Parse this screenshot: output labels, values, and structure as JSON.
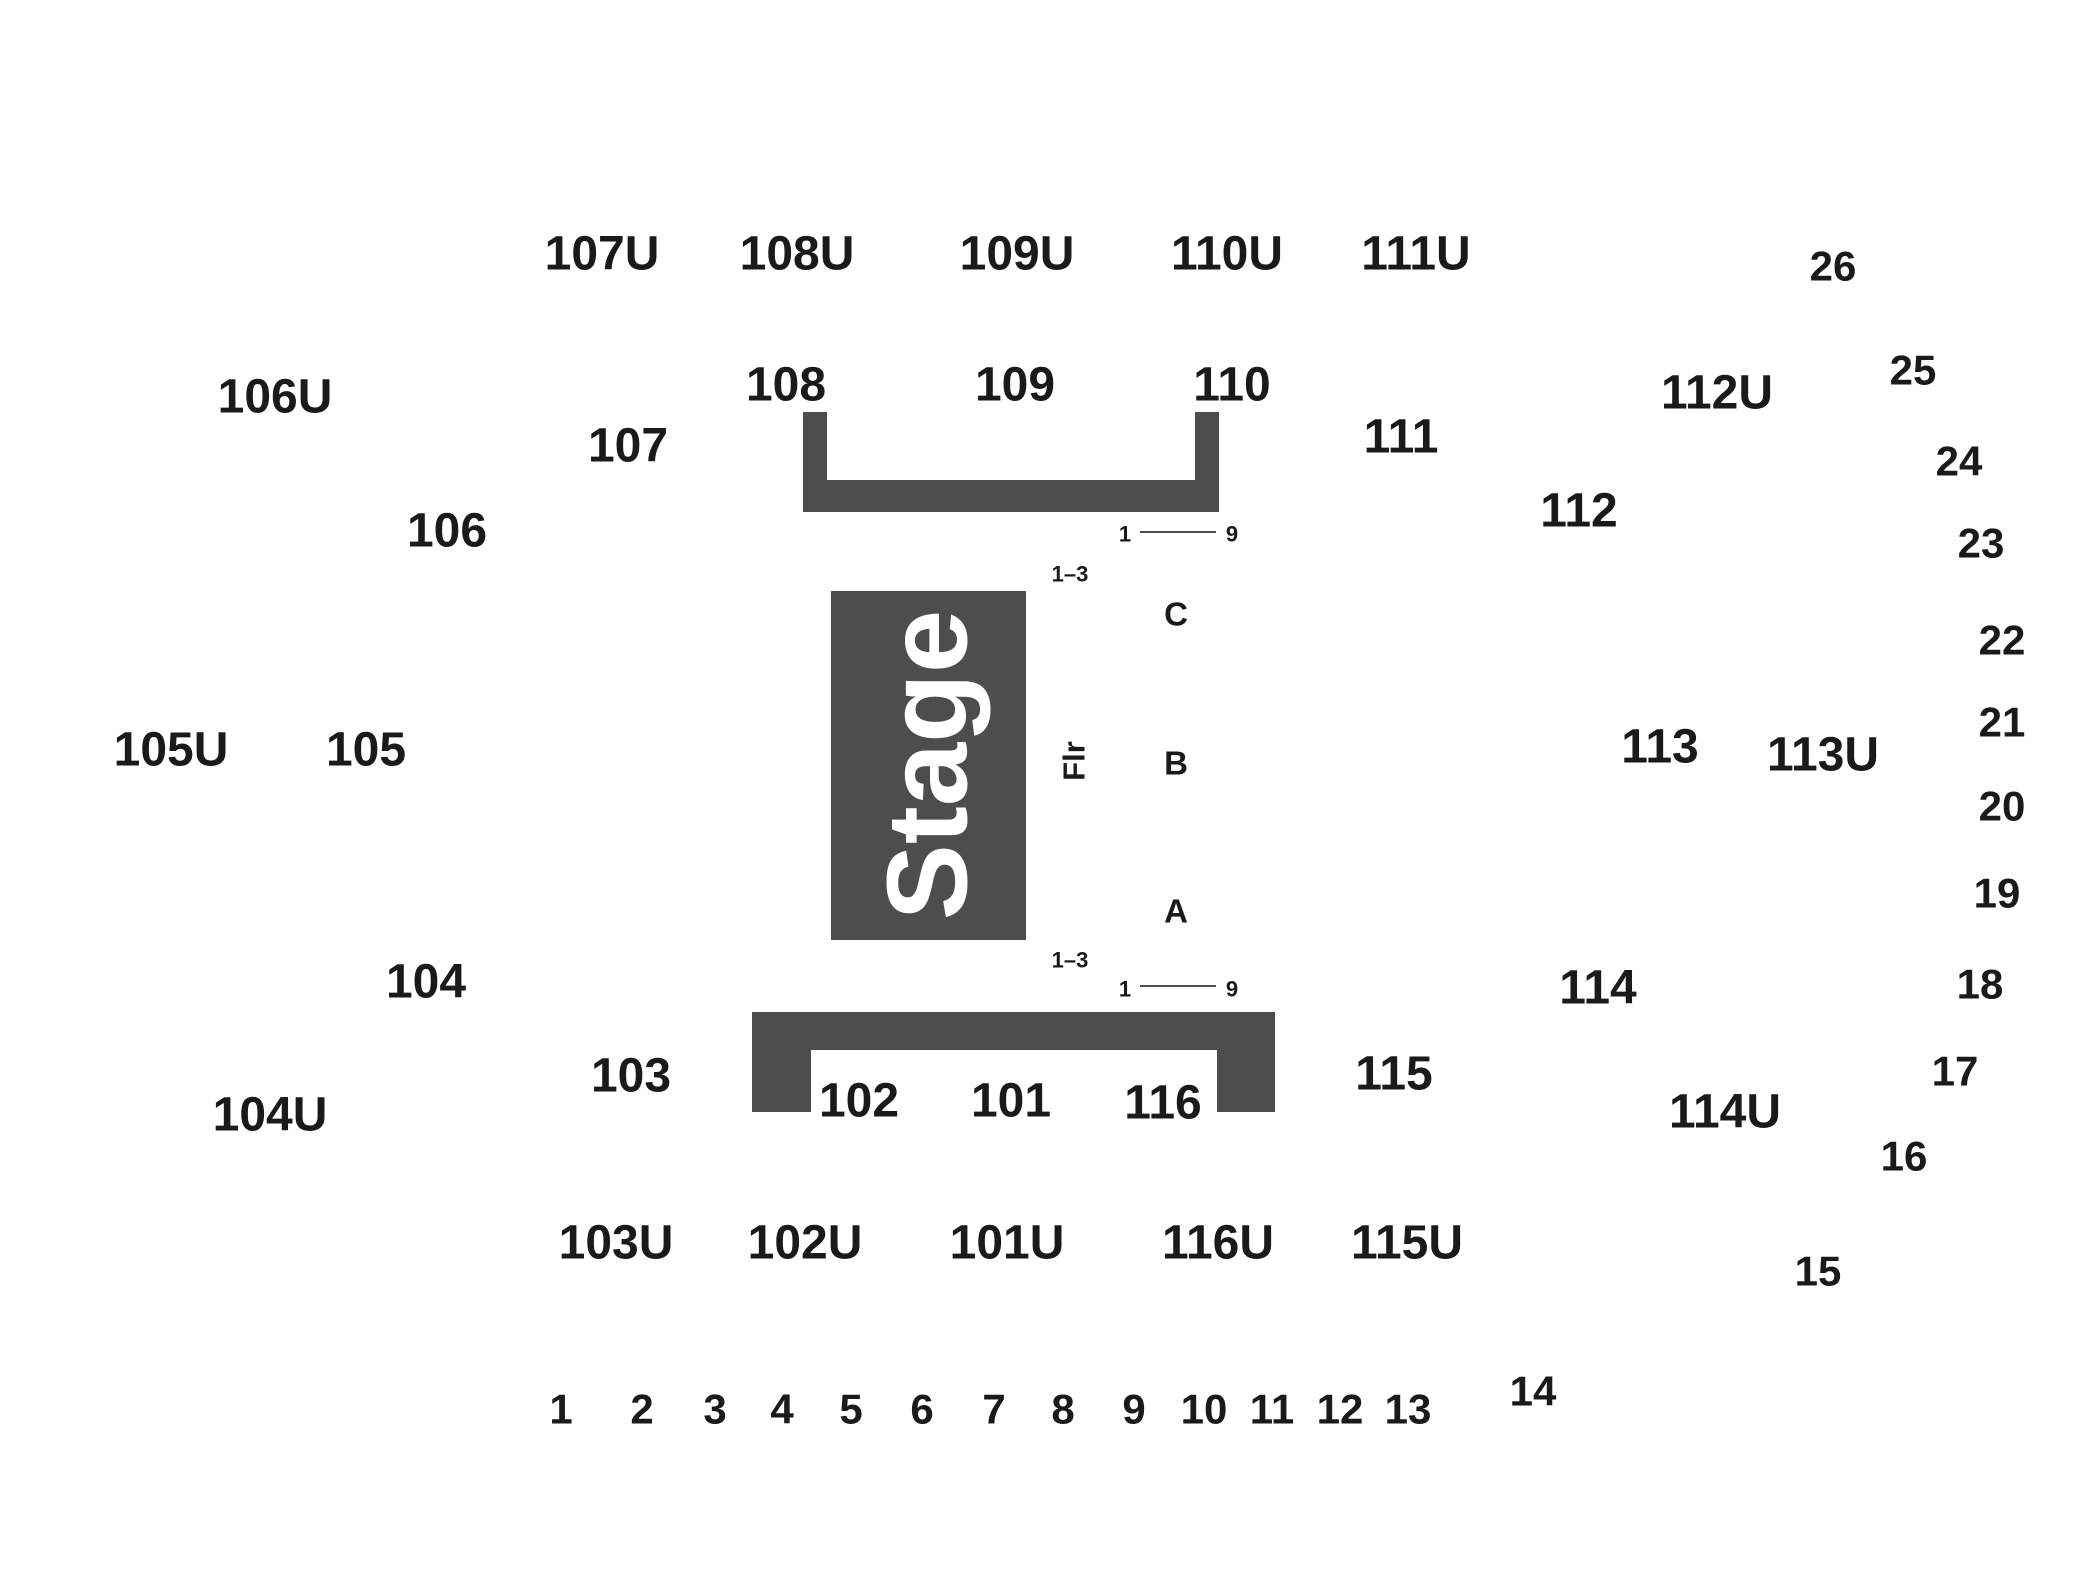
{
  "colors": {
    "block": "#4d4d4d",
    "text": "#1a1a1a",
    "background": "#ffffff"
  },
  "stage": {
    "label": "Stage"
  },
  "floor": {
    "label": "Flr",
    "rows": [
      "C",
      "B",
      "A"
    ],
    "seat_range_top": {
      "start": "1",
      "end": "9"
    },
    "seat_range_bottom": {
      "start": "1",
      "end": "9"
    },
    "side_range_top": "1–3",
    "side_range_bottom": "1–3"
  },
  "sections": {
    "upper": [
      "107U",
      "108U",
      "109U",
      "110U",
      "111U",
      "106U",
      "112U",
      "105U",
      "113U",
      "104U",
      "114U",
      "103U",
      "102U",
      "101U",
      "116U",
      "115U"
    ],
    "lower": [
      "108",
      "109",
      "110",
      "107",
      "111",
      "106",
      "112",
      "105",
      "113",
      "104",
      "114",
      "103",
      "115",
      "102",
      "101",
      "116"
    ],
    "boxes": [
      "1",
      "2",
      "3",
      "4",
      "5",
      "6",
      "7",
      "8",
      "9",
      "10",
      "11",
      "12",
      "13",
      "14",
      "15",
      "16",
      "17",
      "18",
      "19",
      "20",
      "21",
      "22",
      "23",
      "24",
      "25",
      "26"
    ]
  }
}
